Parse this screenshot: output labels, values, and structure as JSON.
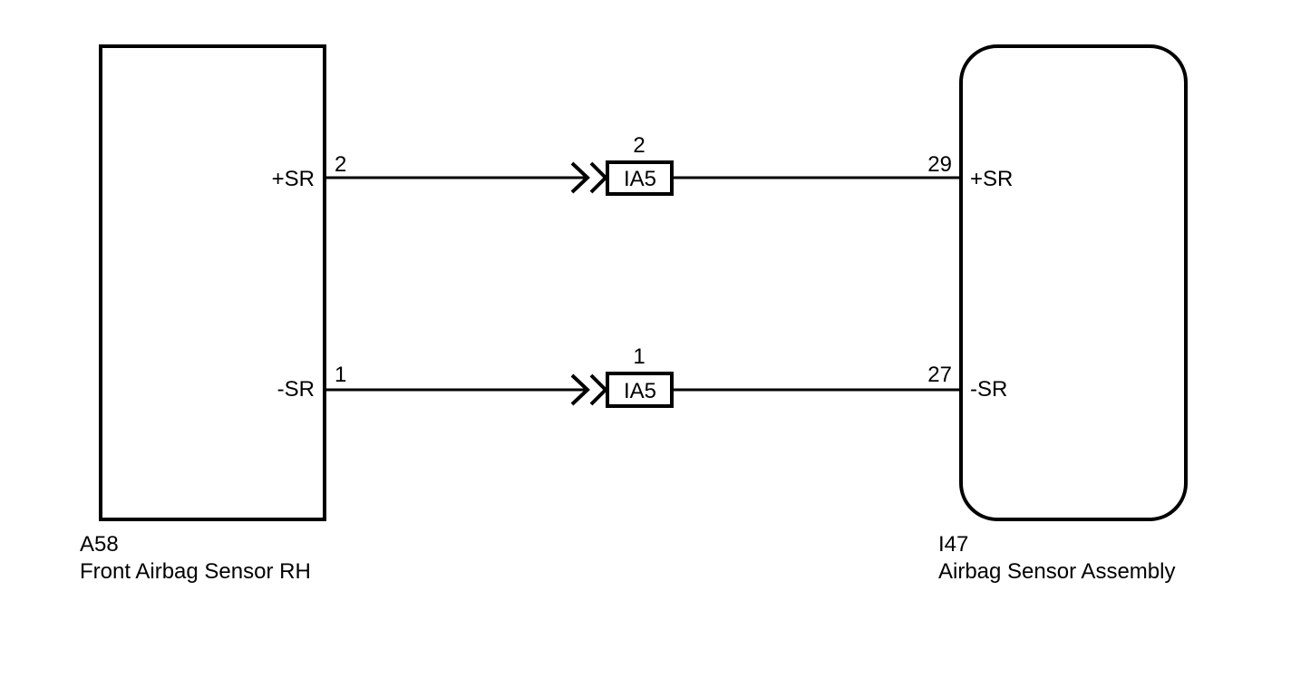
{
  "left_component": {
    "code": "A58",
    "name": "Front Airbag Sensor RH",
    "pins": [
      {
        "terminal": "2",
        "signal": "+SR"
      },
      {
        "terminal": "1",
        "signal": "-SR"
      }
    ]
  },
  "right_component": {
    "code": "I47",
    "name": "Airbag Sensor Assembly",
    "pins": [
      {
        "terminal": "29",
        "signal": "+SR"
      },
      {
        "terminal": "27",
        "signal": "-SR"
      }
    ]
  },
  "connectors": [
    {
      "pin": "2",
      "label": "IA5"
    },
    {
      "pin": "1",
      "label": "IA5"
    }
  ],
  "colors": {
    "line": "#000000",
    "background": "#ffffff"
  }
}
